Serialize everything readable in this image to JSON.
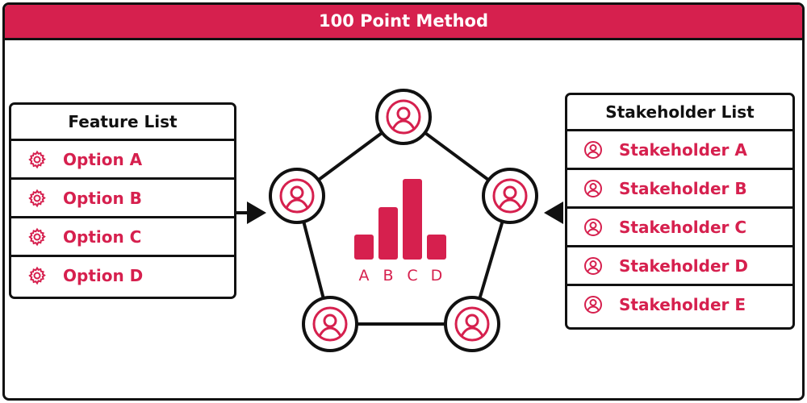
{
  "title": "100 Point Method",
  "feature_list": {
    "heading": "Feature List",
    "icon": "gear-icon",
    "items": [
      {
        "label": "Option A"
      },
      {
        "label": "Option B"
      },
      {
        "label": "Option C"
      },
      {
        "label": "Option D"
      }
    ]
  },
  "stakeholder_list": {
    "heading": "Stakeholder List",
    "icon": "user-circle-icon",
    "items": [
      {
        "label": "Stakeholder A"
      },
      {
        "label": "Stakeholder B"
      },
      {
        "label": "Stakeholder C"
      },
      {
        "label": "Stakeholder D"
      },
      {
        "label": "Stakeholder E"
      }
    ]
  },
  "chart": {
    "categories": [
      "A",
      "B",
      "C",
      "D"
    ],
    "relative_levels": [
      0.31,
      0.65,
      1.0,
      0.31
    ]
  },
  "colors": {
    "accent": "#d6204e",
    "outline": "#111111",
    "background": "#ffffff"
  }
}
